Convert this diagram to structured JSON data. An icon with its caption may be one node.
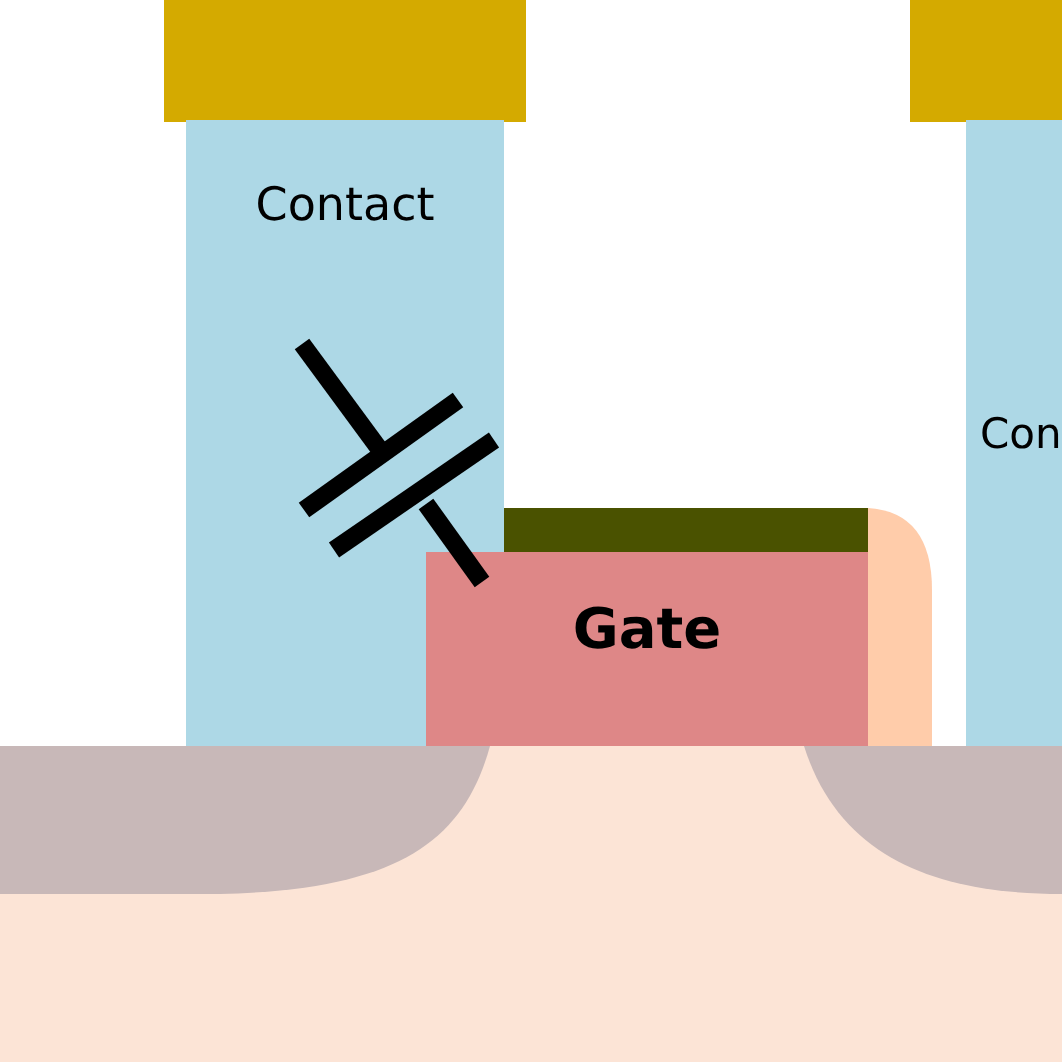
{
  "diagram": {
    "nodes": [
      {
        "text": [
          "Contact"
        ]
      },
      {
        "text": [
          "Gate"
        ]
      },
      {
        "text": [
          "Con"
        ]
      }
    ]
  }
}
